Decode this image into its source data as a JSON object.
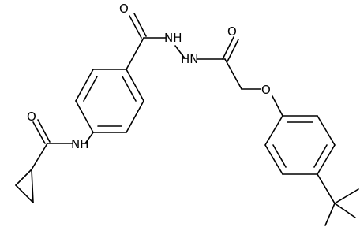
{
  "molecule": {
    "labels": {
      "o_amide_left": "O",
      "nh_amide_left": "NH",
      "o_amide_top": "O",
      "nh_hydrazide_1": "NH",
      "hn_hydrazide_2": "HN",
      "o_acetyl": "O",
      "o_ether": "O"
    },
    "colors": {
      "bond": "#000000",
      "label": "#000000",
      "background": "#ffffff"
    }
  }
}
